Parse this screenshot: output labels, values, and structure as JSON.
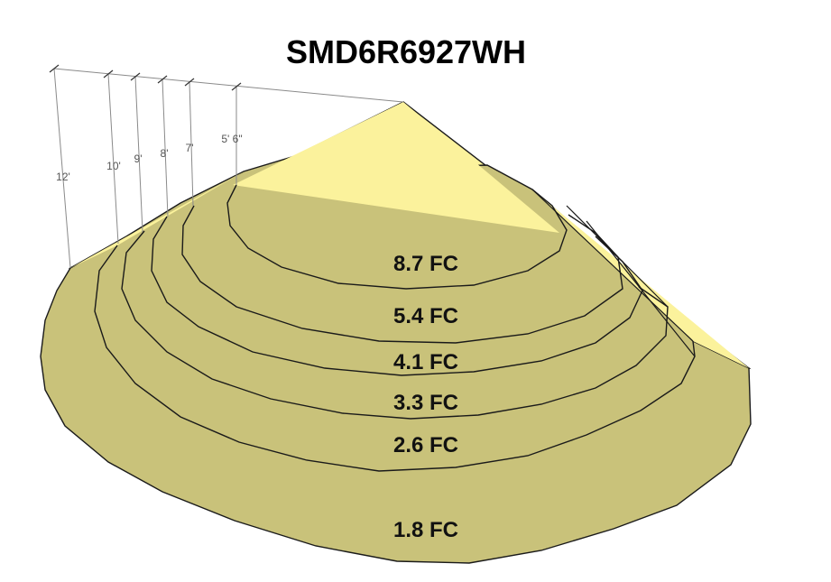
{
  "title": "SMD6R6927WH",
  "colors": {
    "cone_light": "#fbf29c",
    "floor_fill": "#c9c27a",
    "outline": "#1a1a1a"
  },
  "zones": [
    {
      "label": "8.7 FC"
    },
    {
      "label": "5.4 FC"
    },
    {
      "label": "4.1 FC"
    },
    {
      "label": "3.3 FC"
    },
    {
      "label": "2.6 FC"
    },
    {
      "label": "1.8 FC"
    }
  ],
  "heights": [
    {
      "label": "12'"
    },
    {
      "label": "10'"
    },
    {
      "label": "9'"
    },
    {
      "label": "8'"
    },
    {
      "label": "7'"
    },
    {
      "label": "5' 6\""
    }
  ]
}
